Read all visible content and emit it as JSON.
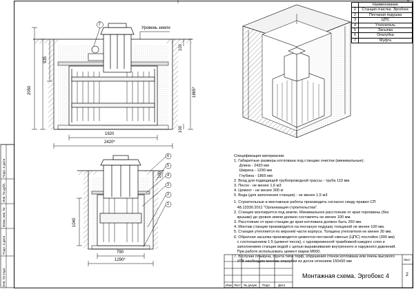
{
  "legend": {
    "header": "Наименование",
    "items": [
      {
        "num": "1",
        "name": "Станция очистки. Эргобокс"
      },
      {
        "num": "2",
        "name": "Песчаная подушка"
      },
      {
        "num": "3",
        "name": "ЦПС"
      },
      {
        "num": "4",
        "name": "Утеплитель"
      },
      {
        "num": "5",
        "name": "Засыпка"
      },
      {
        "num": "6",
        "name": "Опалубка"
      },
      {
        "num": "7",
        "name": "Муфта"
      }
    ]
  },
  "top_drawing": {
    "ground_label": "Уровень земли",
    "dims": {
      "d935": "935",
      "d2050": "2050",
      "d1865": "1865*",
      "d100a": "100",
      "d100b": "100",
      "d1920": "1920",
      "d2420": "2420*"
    },
    "callout": "7"
  },
  "bottom_drawing": {
    "dims": {
      "d1040": "1040",
      "d790": "790",
      "d1290": "1290*",
      "d100": "100"
    },
    "callouts": [
      "6",
      "5",
      "4",
      "3",
      "2",
      "1"
    ]
  },
  "spec": {
    "title": "Спецификация материалов:",
    "items": [
      "1. Габаритные размеры котлована под станцию очистки (минимальные):",
      "     Длина - 2420 мм",
      "     Ширина - 1290 мм",
      "     Глубина - 1865 мм",
      "2. Вход для подводящей трубопроводной трассы - труба 110 мм.",
      "3. Песок - не менее 1,6 м3",
      "4. Цемент - не менее 300 кг",
      "5. Вода (для заполнения станции) - не менее 1,5 м3",
      "1. Строительные и монтажные работы производить согласно своду правил СП",
      "   48.13330.2011 \"Организация строительства\".",
      "2. Станция монтируется под землю. Минимальное расстояние от края горловины (без",
      "   крышки) до уровня земли должно составлять не менее 100 мм.",
      "3. Расстояние от края станции до края котлована должно быть 250 мм.",
      "4. Монтаж станции производится на песчаную подушку толщиной не менее 100 мм.",
      "5. Станция утепляется по верхней части корпуса. Толщина утеплителя не менее 30 мм.",
      "6. Обратная засыпка производится цементно-песчаной смесью (ЦПС) послойно (300 мм)",
      "   с соотношением 1:5 (цемент:песок), с одновременной трамбовкой каждого слоя и",
      "   заполнением станции водой с целью выравнивания внутреннего и наружного давлений.",
      "   При работе использовать цемент марки М500.",
      "7. В случае плывуна, грунта типа торф, обрушения стенок котлована или очень высокого",
      "   УГВ необходим монтаж опалубки из досок сечением 150х50 мм"
    ]
  },
  "side_labels": [
    "Инв. № подл.",
    "Подп. и дата",
    "Взам. инв. №",
    "Инв. № дубл.",
    "Подп. и дата"
  ],
  "title_block": {
    "doc_title": "Монтажная схема. Эргобокс 4",
    "columns": [
      "Изм.",
      "Лист",
      "№ докум.",
      "Подп.",
      "Дата"
    ],
    "sheet_label": "Лист",
    "sheet_number": "2"
  },
  "top_sheet_number": "2"
}
